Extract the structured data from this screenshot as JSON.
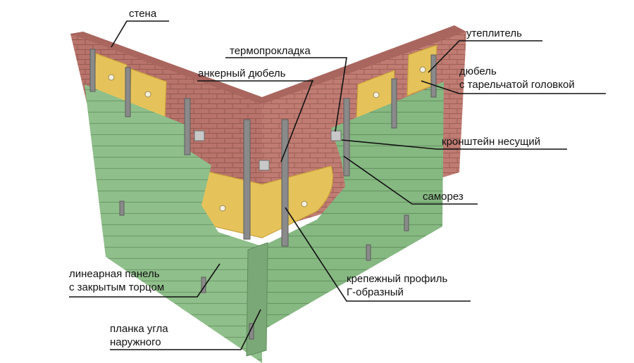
{
  "labels": {
    "wall": "стена",
    "insulation": "утеплитель",
    "thermal_pad": "термопрокладка",
    "anchor_dowel": "анкерный дюбель",
    "disc_dowel_line1": "дюбель",
    "disc_dowel_line2": "с тарельчатой головкой",
    "bearing_bracket": "кронштейн несущий",
    "self_tapping_screw": "саморез",
    "linear_panel_line1": "линеарная панель",
    "linear_panel_line2": "с закрытым торцом",
    "profile_line1": "крепежный профиль",
    "profile_line2": "Г-образный",
    "corner_strip_line1": "планка угла",
    "corner_strip_line2": "наружного"
  },
  "colors": {
    "brick": "#b8746c",
    "brick_dark": "#9c5c55",
    "insulation": "#e6c35a",
    "panel": "#8fbf8a",
    "panel_dark": "#76a672",
    "metal": "#8a8a8a",
    "line": "#111111"
  }
}
